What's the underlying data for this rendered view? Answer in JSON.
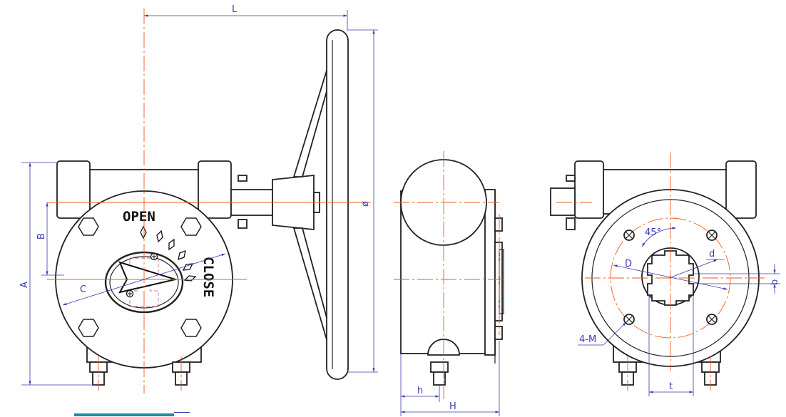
{
  "indicator": {
    "open_label": "OPEN",
    "close_label": "CLOSE"
  },
  "dimensions": {
    "L": "L",
    "A": "A",
    "B": "B",
    "C": "C",
    "handwheel_diameter": "ø",
    "h": "h",
    "H": "H",
    "D": "D",
    "d": "d",
    "b": "b",
    "t": "t",
    "hole_angle": "45°",
    "bolt_holes": "4-M"
  },
  "colors": {
    "outline": "#222222",
    "centerline": "#f05a1a",
    "dimension": "#3a3ab0"
  }
}
